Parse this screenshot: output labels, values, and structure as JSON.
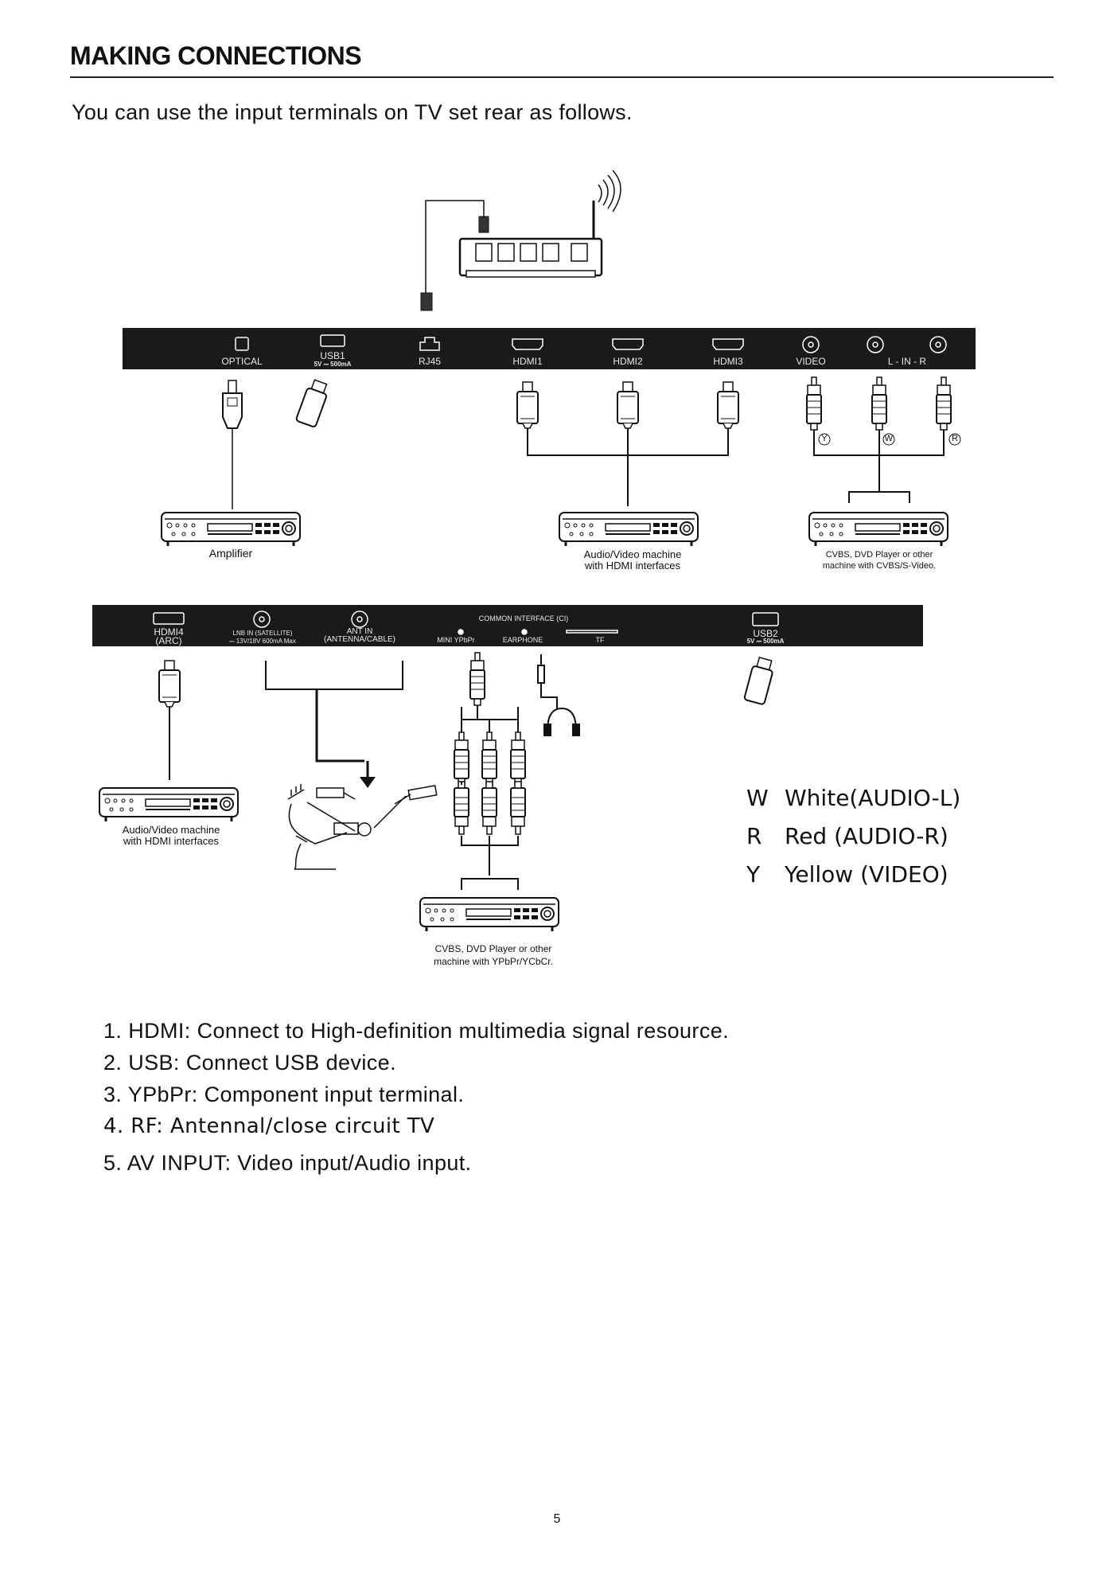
{
  "header": {
    "title": "MAKING CONNECTIONS"
  },
  "intro": "You can use the input terminals on TV set rear as follows.",
  "top_panel": {
    "ports": [
      {
        "label": "OPTICAL"
      },
      {
        "label": "USB1",
        "sub": "5V ⎓ 500mA"
      },
      {
        "label": "RJ45"
      },
      {
        "label": "HDMI1"
      },
      {
        "label": "HDMI2"
      },
      {
        "label": "HDMI3"
      },
      {
        "label": "VIDEO"
      },
      {
        "label": "L  -  IN  -  R"
      }
    ]
  },
  "bottom_panel": {
    "ports": [
      {
        "label": "HDMI4",
        "sub": "(ARC)"
      },
      {
        "label": "LNB IN (SATELLITE)",
        "sub": "⎓ 13V/18V  600mA Max"
      },
      {
        "label": "ANT IN",
        "sub": "(ANTENNA/CABLE)"
      },
      {
        "label": "COMMON INTERFACE (CI)"
      },
      {
        "label": "MINI  YPbPr"
      },
      {
        "label": "EARPHONE"
      },
      {
        "label": "TF"
      },
      {
        "label": "USB2",
        "sub": "5V ⎓ 500mA"
      }
    ]
  },
  "rca_markers": [
    "Y",
    "W",
    "R"
  ],
  "devices": {
    "amplifier": "Amplifier",
    "av_hdmi_top": [
      "Audio/Video machine",
      "with HDMI interfaces"
    ],
    "cvbs_top": [
      "CVBS, DVD Player or other",
      "machine with CVBS/S-Video."
    ],
    "av_hdmi_bottom": [
      "Audio/Video machine",
      "with HDMI interfaces"
    ],
    "cvbs_bottom": [
      "CVBS, DVD  Player or other",
      "machine with YPbPr/YCbCr."
    ]
  },
  "legend": [
    {
      "key": "W",
      "text": "White(AUDIO-L)"
    },
    {
      "key": "R",
      "text": "Red (AUDIO-R)"
    },
    {
      "key": "Y",
      "text": "Yellow (VIDEO)"
    }
  ],
  "list": [
    "1.  HDMI: Connect to High-definition multimedia signal resource.",
    "2.  USB: Connect USB device.",
    "3.  YPbPr: Component input terminal.",
    "4.  RF: Antennal/close circuit TV",
    "5.  AV INPUT: Video input/Audio input."
  ],
  "page_number": "5",
  "icons": [
    "router-icon",
    "wifi-icon",
    "optical-plug-icon",
    "usb-stick-icon",
    "hdmi-plug-icon",
    "rca-plug-icon",
    "dvd-player-icon",
    "antenna-icon",
    "headphone-icon",
    "ethernet-plug-icon"
  ]
}
